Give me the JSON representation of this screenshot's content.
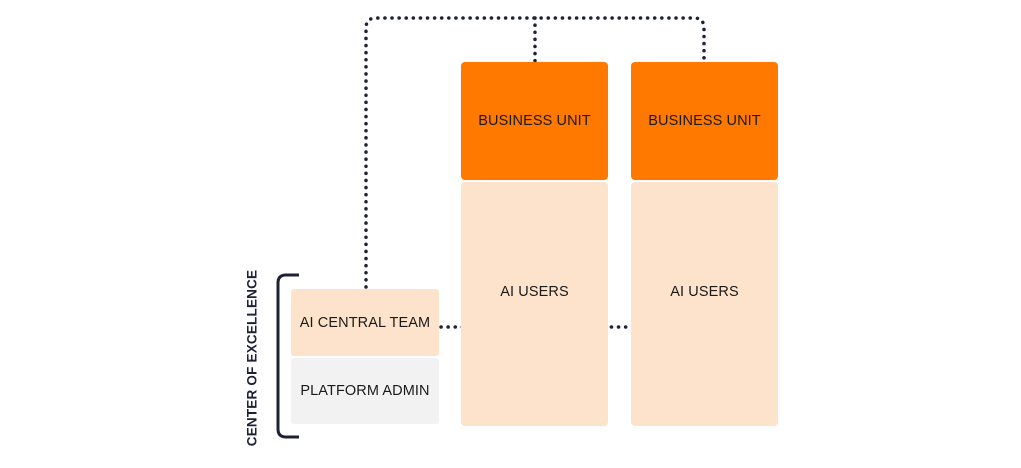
{
  "colors": {
    "business_unit": "#ff7800",
    "ai_users": "#fde3cb",
    "ai_central_team": "#fde3cb",
    "platform_admin": "#f2f2f2",
    "connector": "#1f2237",
    "text": "#1a1a1a"
  },
  "center_of_excellence": {
    "label": "CENTER OF EXCELLENCE",
    "ai_central_team": "AI CENTRAL TEAM",
    "platform_admin": "PLATFORM ADMIN"
  },
  "business_units": [
    {
      "header": "BUSINESS UNIT",
      "body": "AI USERS"
    },
    {
      "header": "BUSINESS UNIT",
      "body": "AI USERS"
    }
  ]
}
